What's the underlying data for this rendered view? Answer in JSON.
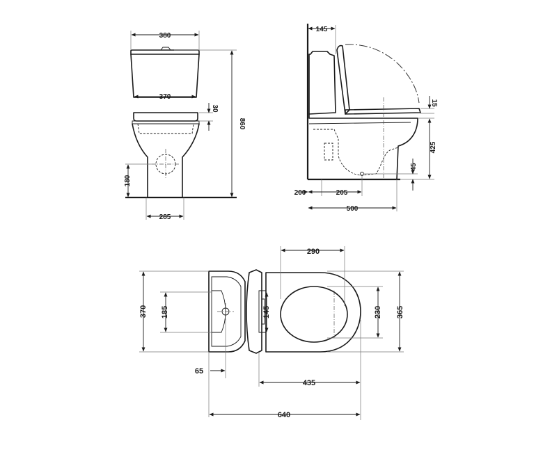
{
  "front_view": {
    "dims": {
      "cistern_width": "380",
      "cistern_inner_width": "370",
      "seat_gap": "30",
      "total_height": "860",
      "outlet_height": "180",
      "base_width": "285"
    }
  },
  "side_view": {
    "dims": {
      "lid_offset": "145",
      "seat_height_top": "15",
      "rim_height": "425",
      "outlet_drop": "45",
      "wall_offset": "200",
      "outlet_distance": "205",
      "total_depth": "500"
    }
  },
  "top_view": {
    "dims": {
      "seat_opening": "290",
      "total_width": "370",
      "cistern_inner": "185",
      "hinge_width": "145",
      "bowl_width": "230",
      "seat_width": "365",
      "tank_offset": "65",
      "bowl_length": "435",
      "total_length": "640"
    }
  }
}
